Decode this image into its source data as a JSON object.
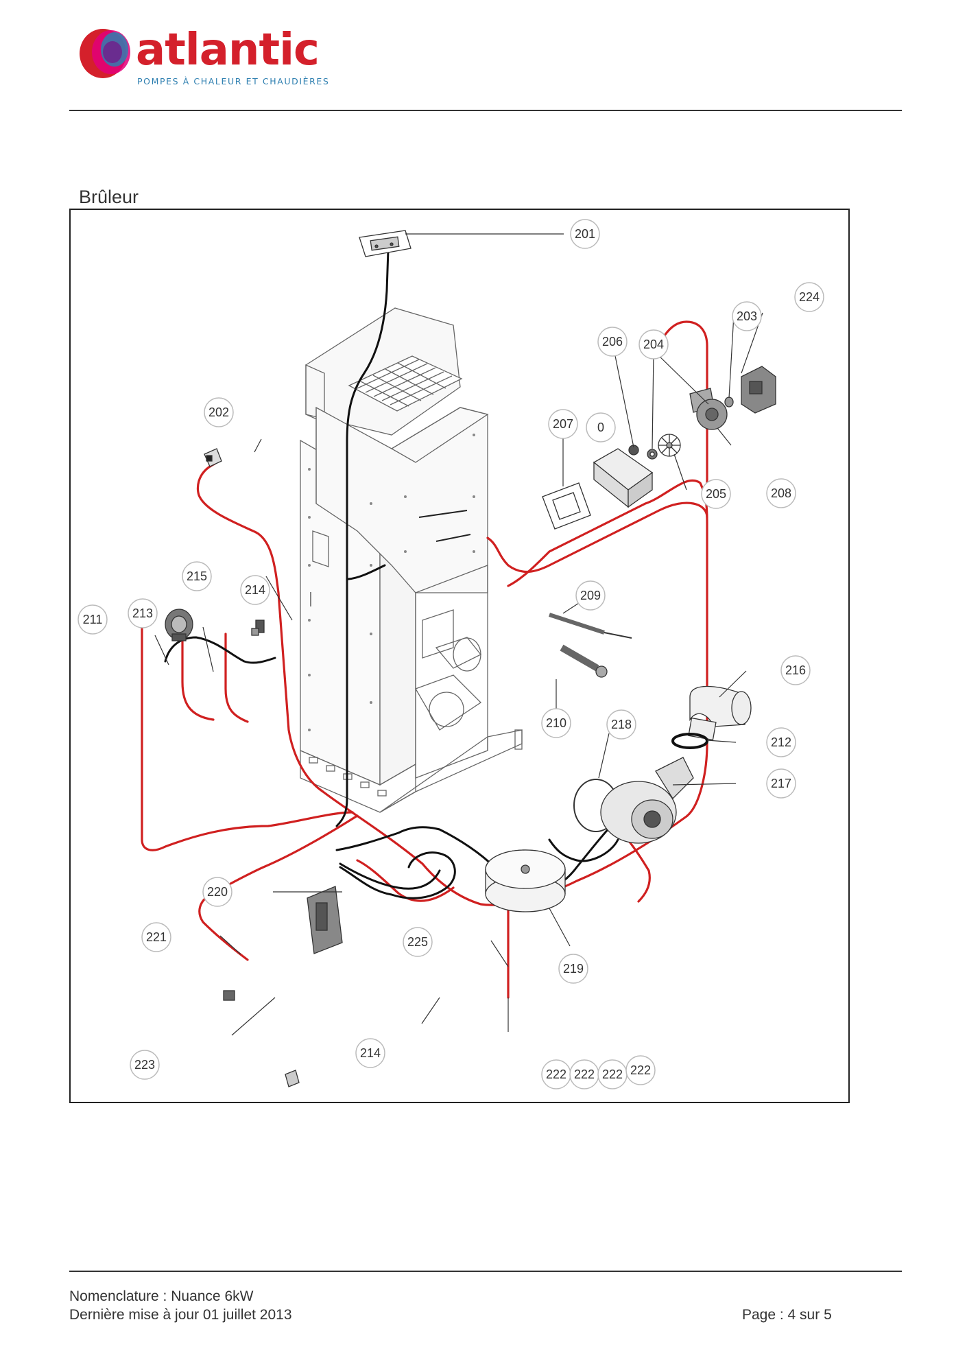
{
  "header": {
    "brand": "atlantic",
    "tagline": "POMPES À CHALEUR ET CHAUDIÈRES",
    "logo_colors": [
      "#d4202b",
      "#8a2d8f",
      "#2e7fb0",
      "#e2007a"
    ]
  },
  "section": {
    "title": "Brûleur"
  },
  "diagram": {
    "wire_color_red": "#d02020",
    "wire_color_black": "#111111",
    "callouts": [
      "201",
      "224",
      "203",
      "206",
      "204",
      "202",
      "207",
      "0",
      "208",
      "205",
      "215",
      "214",
      "209",
      "211",
      "213",
      "216",
      "210",
      "218",
      "212",
      "217",
      "220",
      "221",
      "225",
      "219",
      "214",
      "223",
      "222",
      "222",
      "222",
      "222"
    ]
  },
  "footer": {
    "line1": "Nomenclature : Nuance 6kW",
    "line2": "Dernière mise à jour 01 juillet 2013",
    "page": "Page : 4 sur 5"
  }
}
